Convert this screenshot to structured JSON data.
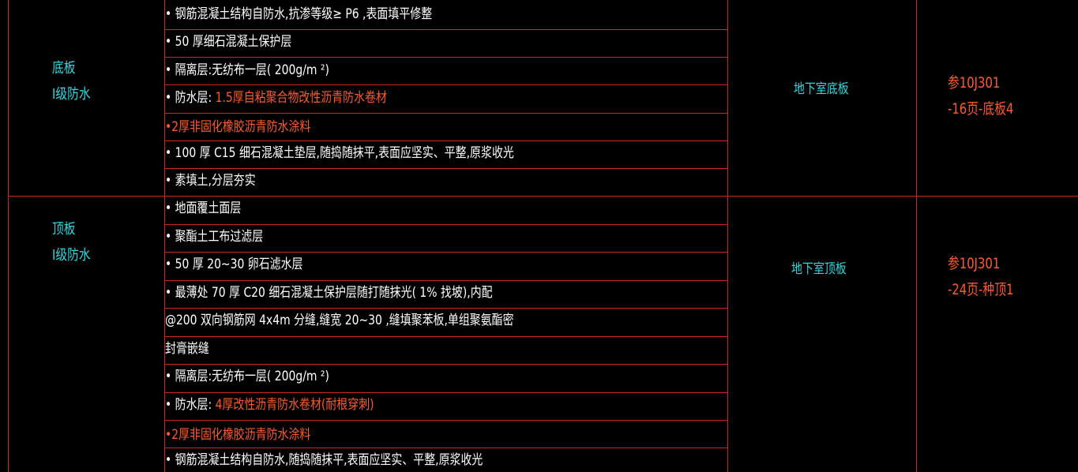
{
  "colors": {
    "background": "#000000",
    "grid_line": "#c8291f",
    "white_text": "#ffffff",
    "cyan_text": "#2ed8e0",
    "red_text": "#ff5a2a"
  },
  "sections": [
    {
      "name": "底板",
      "level": "Ⅰ级防水",
      "location": "地下室底板",
      "ref_line1": "参10J301",
      "ref_line2": "-16页-底板4",
      "rows": [
        {
          "text": "• 钢筋混凝土结构自防水,抗渗等级≥        P6 ,表面填平修整",
          "red": ""
        },
        {
          "text": "• 50 厚细石混凝土保护层",
          "red": ""
        },
        {
          "text": "• 隔离层:无纺布一层(        200g/m ²)",
          "red": ""
        },
        {
          "text": "• 防水层:  ",
          "red": "1.5厚自粘聚合物改性沥青防水卷材"
        },
        {
          "text": "",
          "red": "•2厚非固化橡胶沥青防水涂料"
        },
        {
          "text": "• 100 厚 C15 细石混凝土垫层,随捣随抹平,表面应坚实、平整,原浆收光",
          "red": ""
        },
        {
          "text": "• 素填土,分层夯实",
          "red": ""
        }
      ]
    },
    {
      "name": "顶板",
      "level": "Ⅰ级防水",
      "location": "地下室顶板",
      "ref_line1": "参10J301",
      "ref_line2": "-24页-种顶1",
      "rows": [
        {
          "text": "• 地面覆土面层",
          "red": ""
        },
        {
          "text": "• 聚酯土工布过滤层",
          "red": ""
        },
        {
          "text": "• 50 厚 20~30  卵石滤水层",
          "red": ""
        },
        {
          "text": "• 最薄处  70 厚 C20 细石混凝土保护层随打随抹光(        1% 找坡),内配",
          "red": ""
        },
        {
          "text": "@200 双向钢筋网  4x4m 分缝,缝宽   20~30  ,缝填聚苯板,单组聚氨酯密",
          "red": ""
        },
        {
          "text": "封膏嵌缝",
          "red": ""
        },
        {
          "text": "• 隔离层:无纺布一层(        200g/m ²)",
          "red": ""
        },
        {
          "text": "• 防水层:  ",
          "red": "4厚改性沥青防水卷材(耐根穿刺)"
        },
        {
          "text": "",
          "red": "•2厚非固化橡胶沥青防水涂料"
        },
        {
          "text": "• 钢筋混凝土结构自防水,随捣随抹平,表面应坚实、平整,原浆收光",
          "red": ""
        }
      ]
    }
  ]
}
